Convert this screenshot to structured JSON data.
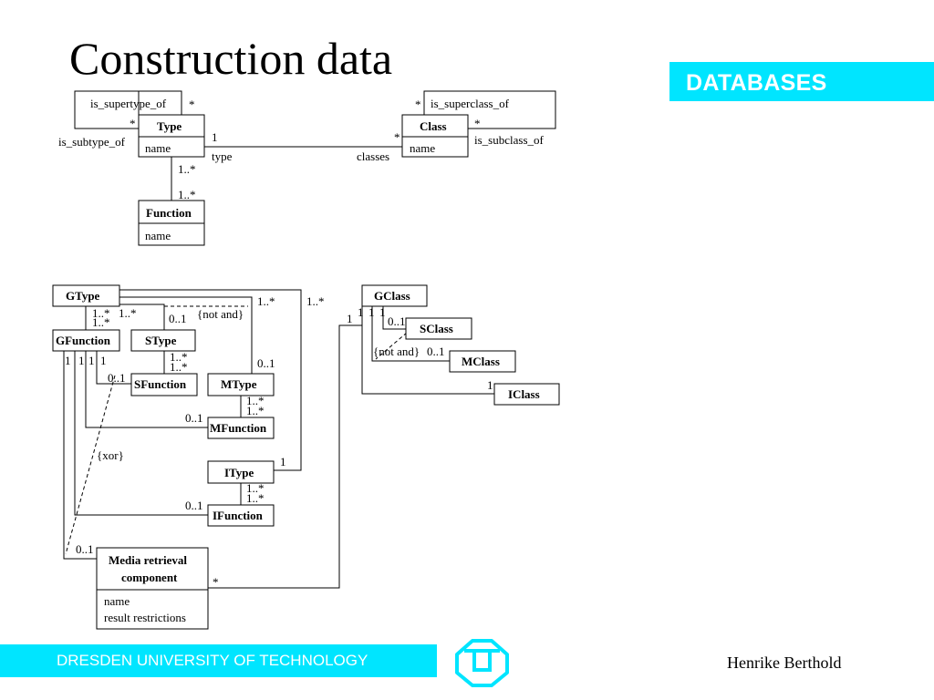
{
  "slide": {
    "title": "Construction data",
    "badge": "DATABASES",
    "footer": "DRESDEN UNIVERSITY OF TECHNOLOGY",
    "author": "Henrike Berthold"
  },
  "colors": {
    "accent": "#00e5ff",
    "accent_text": "#ffffff"
  },
  "icons": {
    "logo": "tu-dresden-logo"
  },
  "diagram": {
    "classes": {
      "type": "Type",
      "type_attr": "name",
      "class": "Class",
      "class_attr": "name",
      "function": "Function",
      "function_attr": "name",
      "gtype": "GType",
      "gfunction": "GFunction",
      "stype": "SType",
      "sfunction": "SFunction",
      "mtype": "MType",
      "mfunction": "MFunction",
      "itype": "IType",
      "ifunction": "IFunction",
      "gclass": "GClass",
      "sclass": "SClass",
      "mclass": "MClass",
      "iclass": "IClass",
      "media_line1": "Media retrieval",
      "media_line2": "component",
      "media_attr1": "name",
      "media_attr2": "result restrictions"
    },
    "labels": {
      "is_supertype_of": "is_supertype_of",
      "is_subtype_of": "is_subtype_of",
      "is_superclass_of": "is_superclass_of",
      "is_subclass_of": "is_subclass_of",
      "type": "type",
      "classes": "classes",
      "not_and": "{not and}",
      "xor": "{xor}"
    },
    "multiplicity": {
      "star": "*",
      "one": "1",
      "one_many": "1..*",
      "zero_one": "0..1"
    }
  }
}
